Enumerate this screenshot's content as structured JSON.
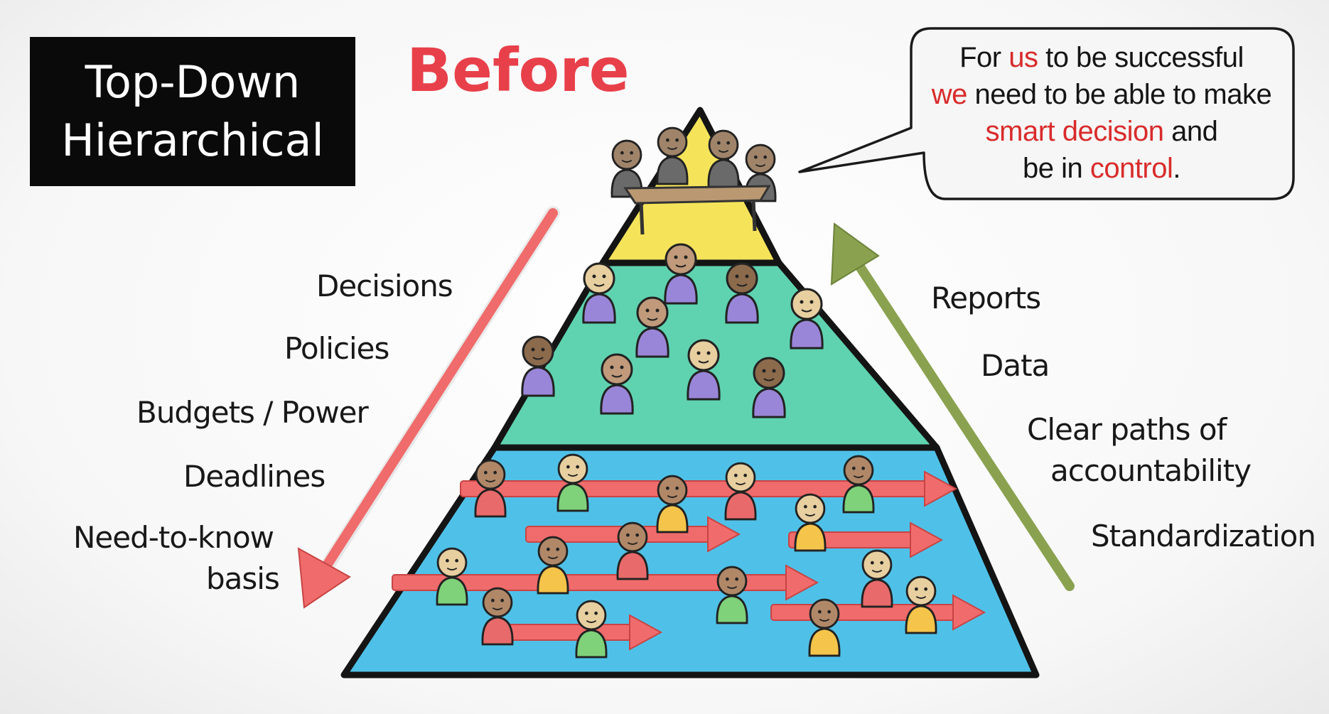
{
  "title": {
    "line1": "Top-Down",
    "line2": "Hierarchical"
  },
  "stage_label": "Before",
  "speech_bubble": {
    "part1": "For ",
    "us": "us",
    "part2": " to be successful",
    "we": "we",
    "part3": " need to be able to make",
    "smart_decision": "smart decision",
    "part4": " and",
    "part5": "be in ",
    "control": "control",
    "part6": "."
  },
  "downward_flow": {
    "items": [
      "Decisions",
      "Policies",
      "Budgets / Power",
      "Deadlines",
      "Need-to-know",
      "basis"
    ]
  },
  "upward_flow": {
    "items": [
      "Reports",
      "Data",
      "Clear paths of",
      "accountability",
      "Standardization"
    ]
  },
  "colors": {
    "accent_red": "#e8404a",
    "down_arrow": "#f06b6b",
    "up_arrow": "#8aa24f",
    "tier_top": "#f5e45a",
    "tier_middle": "#5fd3b0",
    "tier_bottom": "#4fc1e8",
    "middle_people": "#9a86d8"
  }
}
